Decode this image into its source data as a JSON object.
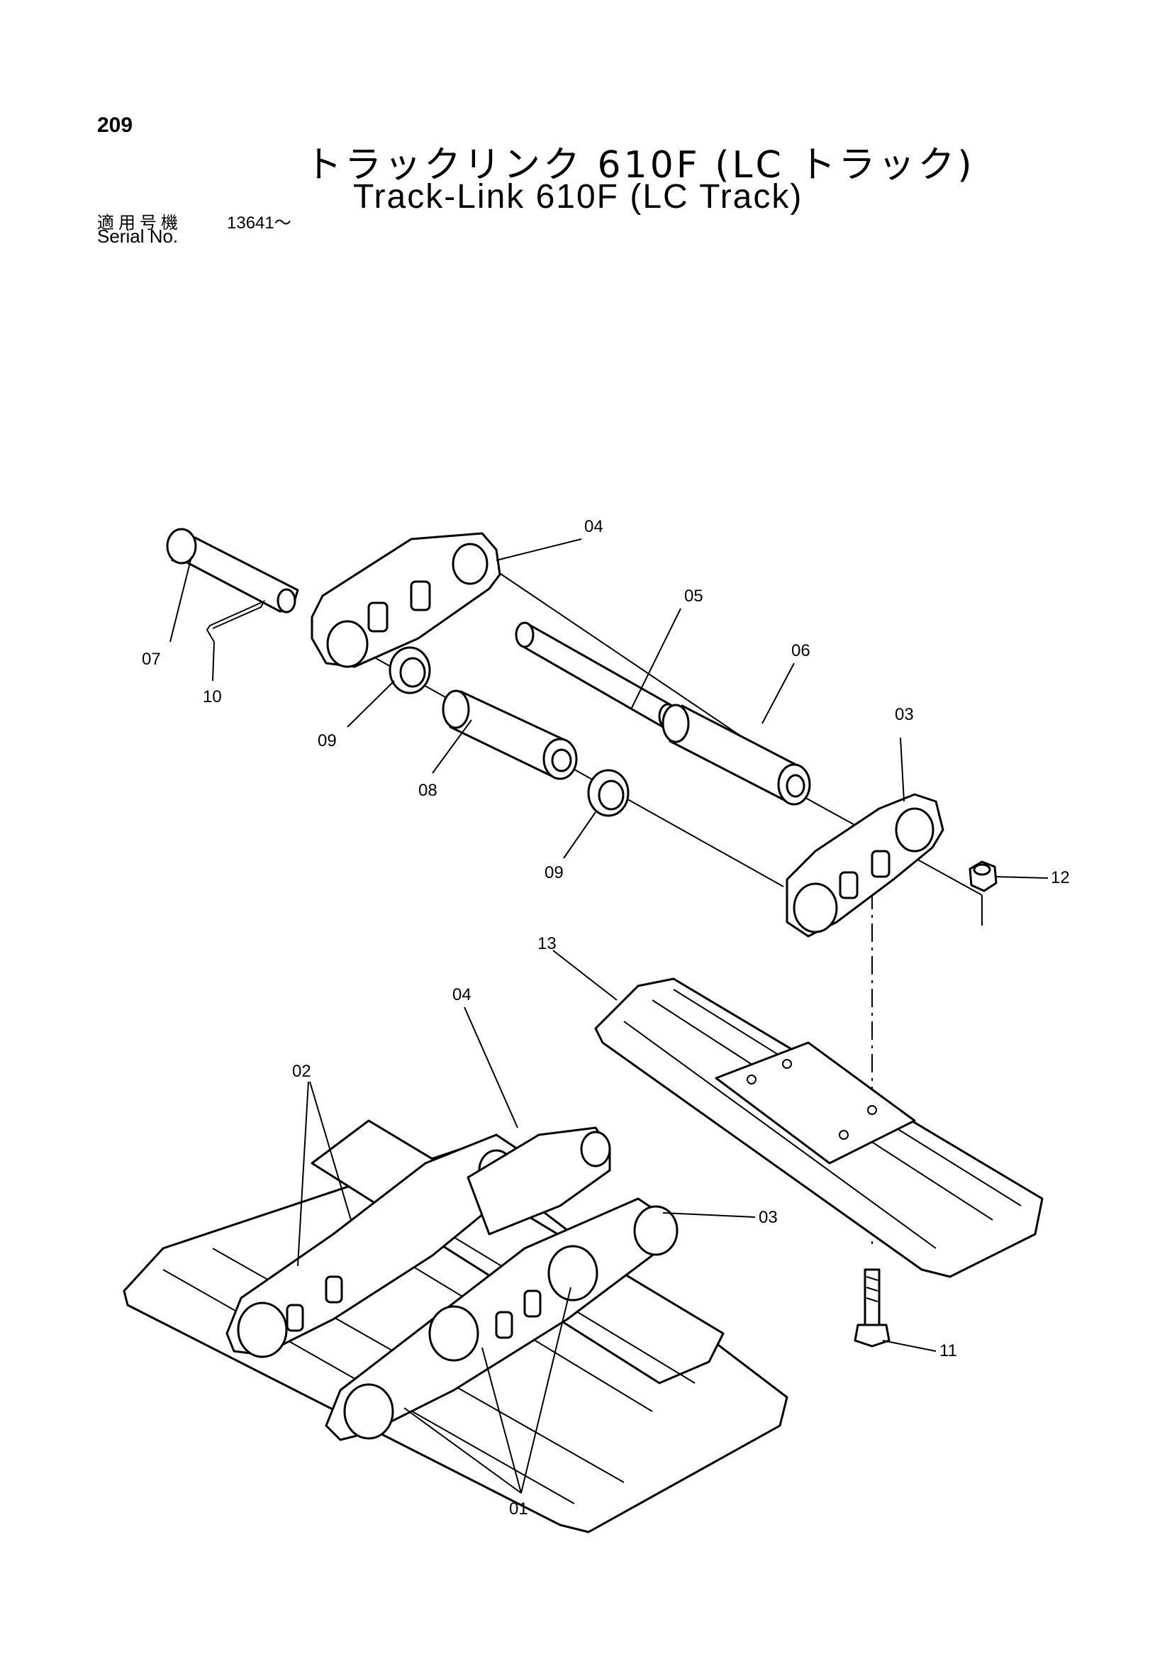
{
  "header": {
    "page_number": "209",
    "title_jp": "トラックリンク 610F (LC トラック)",
    "title_en": "Track-Link 610F (LC Track)",
    "serial_label_jp": "適用号機",
    "serial_range": "13641～",
    "serial_label_en": "Serial No."
  },
  "callouts": {
    "c01": "01",
    "c02": "02",
    "c03_top": "03",
    "c03_bottom": "03",
    "c04_top": "04",
    "c04_bottom": "04",
    "c05": "05",
    "c06": "06",
    "c07": "07",
    "c08": "08",
    "c09_left": "09",
    "c09_right": "09",
    "c10": "10",
    "c11": "11",
    "c12": "12",
    "c13": "13"
  }
}
